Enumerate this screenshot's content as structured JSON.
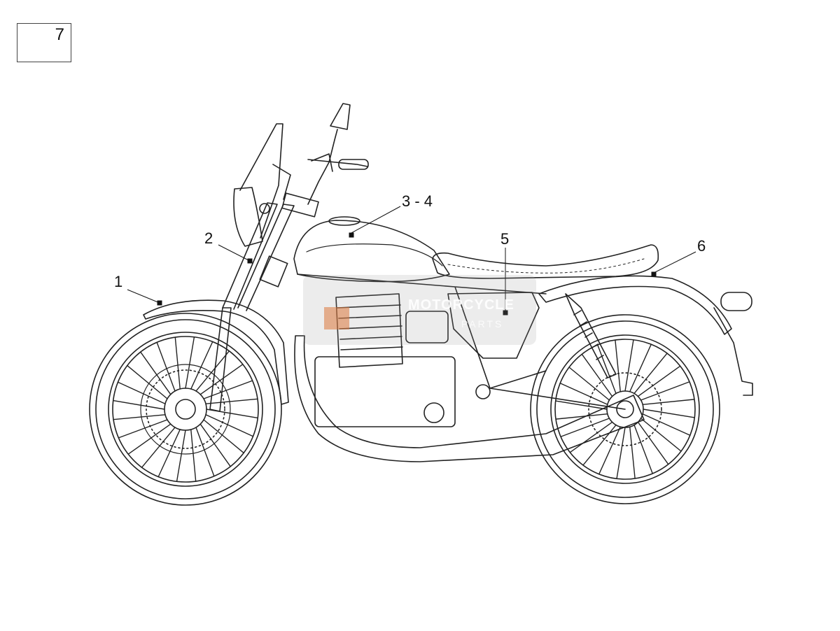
{
  "page_ref": "7",
  "callouts": {
    "c1": "1",
    "c2": "2",
    "c34": "3 - 4",
    "c5": "5",
    "c6": "6"
  },
  "watermark": {
    "line1": "MOTORCYCLE",
    "line2": "PARTS"
  }
}
